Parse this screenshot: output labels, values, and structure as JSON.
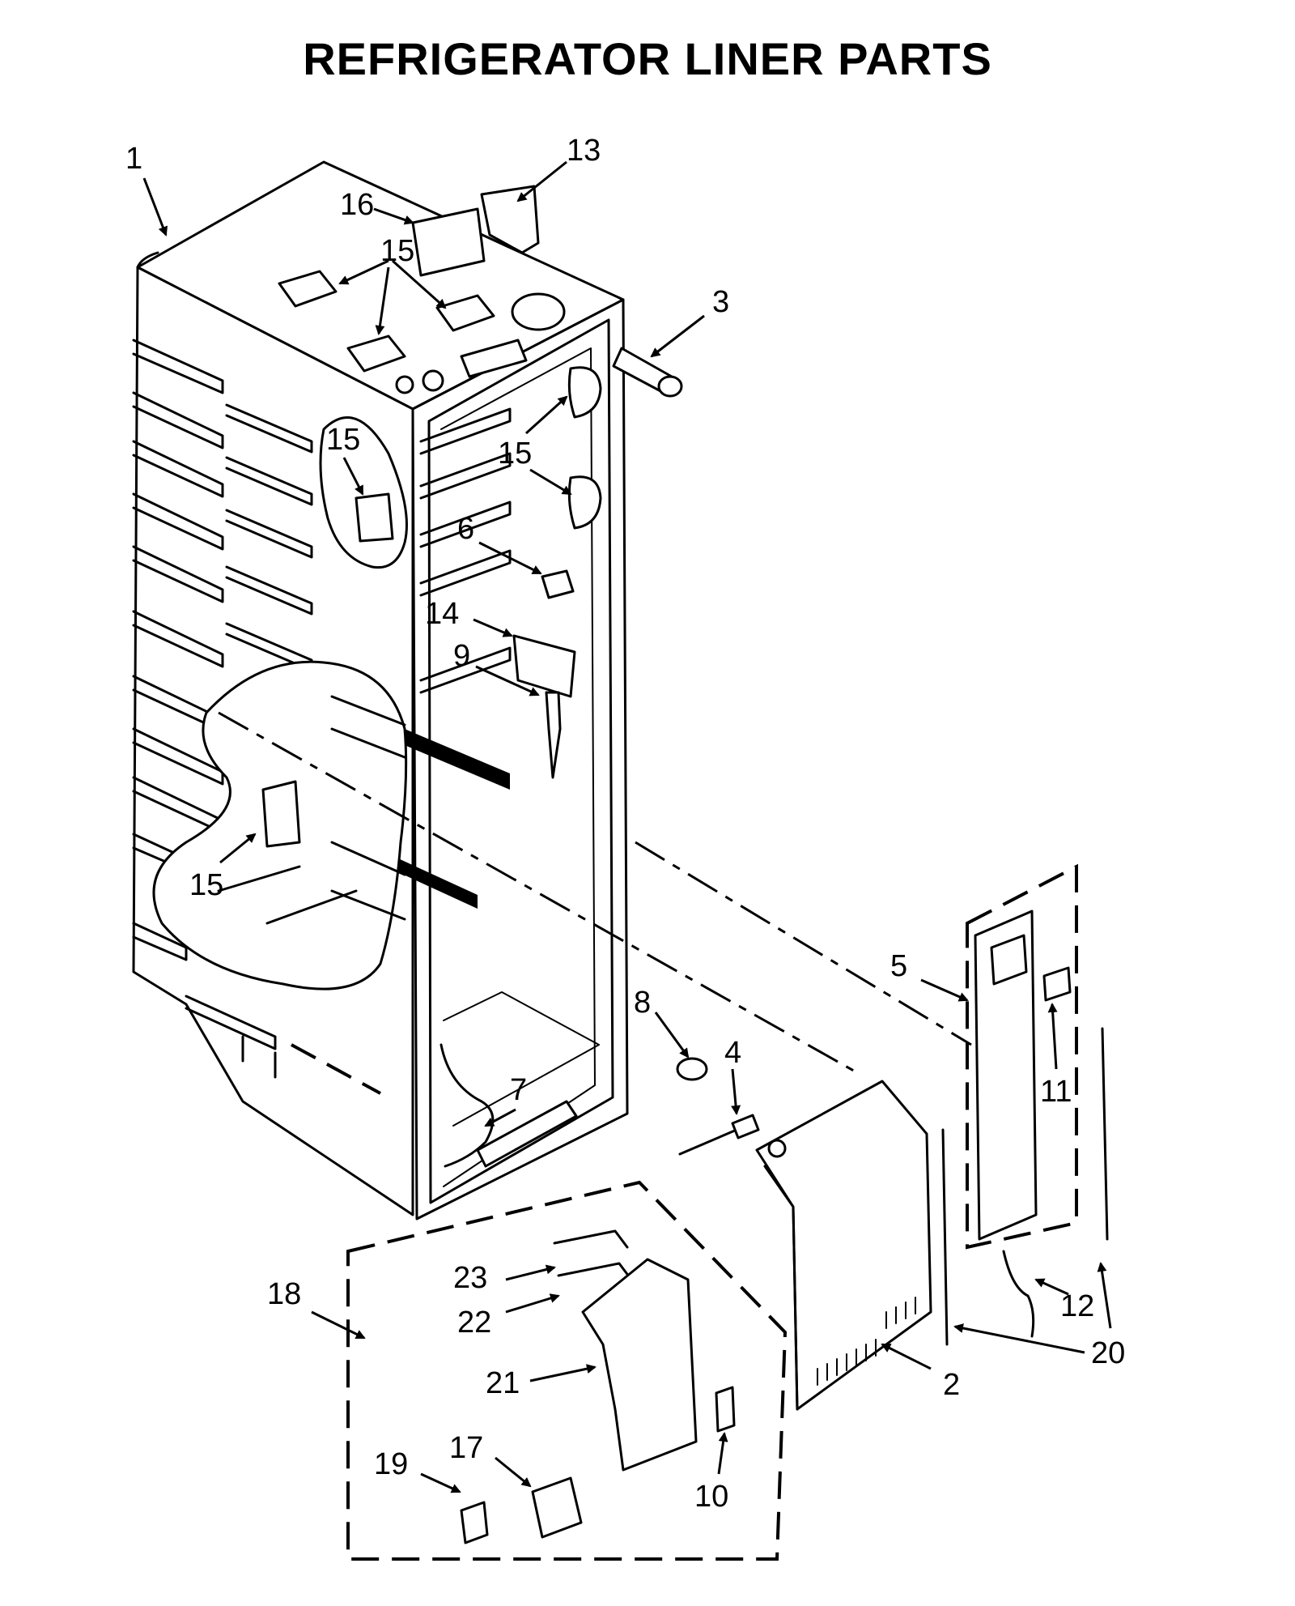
{
  "title": "REFRIGERATOR LINER PARTS",
  "callouts": [
    "1",
    "13",
    "16",
    "15",
    "15",
    "3",
    "15",
    "15",
    "6",
    "14",
    "9",
    "15",
    "5",
    "11",
    "8",
    "4",
    "7",
    "23",
    "22",
    "18",
    "21",
    "12",
    "20",
    "2",
    "19",
    "17",
    "10"
  ]
}
